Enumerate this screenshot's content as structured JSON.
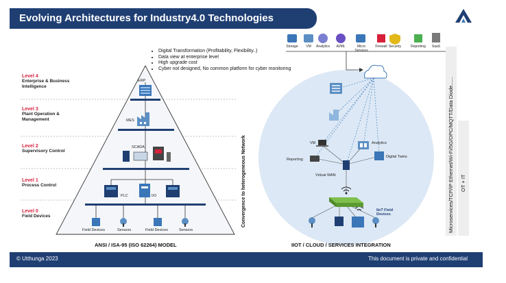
{
  "header": {
    "title": "Evolving Architectures for Industry4.0 Technologies"
  },
  "levels": [
    {
      "num": "Level 4",
      "desc": "Enterprise & Business Intelligence"
    },
    {
      "num": "Level 3",
      "desc": "Plant Operation & Management"
    },
    {
      "num": "Level 2",
      "desc": "Supervisory Control"
    },
    {
      "num": "Level 1",
      "desc": "Process Control"
    },
    {
      "num": "Level 0",
      "desc": "Field Devices"
    }
  ],
  "bullets": [
    "Digital Transformation (Profitability, Flexibility..)",
    "Data view at enterprise level",
    "High upgrade cost",
    "Cyber not designed, No common platform for cyber monitoring"
  ],
  "pyramid_labels": {
    "erp": "ERP",
    "mes": "MES",
    "scada": "SCADA",
    "plc": "PLC",
    "io": "I/O"
  },
  "field_items": [
    "Field Devices",
    "Sensors",
    "Field Devices",
    "Sensors"
  ],
  "services": [
    "Storage",
    "VM",
    "Analytics",
    "AI/ML",
    "Micro Services",
    "Firewall",
    "Security",
    "Reporting",
    "SaaS"
  ],
  "cloud_labels": {
    "vm": "VM",
    "reporting": "Reporting",
    "virtual_wan": "Virtual WAN",
    "analytics": "Analytics",
    "digital_twins": "Digital Twins",
    "iiot_field_devices": "IIoT Field Devices"
  },
  "captions": {
    "left_model": "ANSI / ISA-95 (ISO 62264) MODEL",
    "right_model": "IIOT / CLOUD / SERVICES INTEGRATION",
    "convergence": "Convergence to heterogeneous Network",
    "right_vertical": "Microservices/TCP/IP Ethernet/Wi-Fi/5G/OPC/MQTT/Data Diode......",
    "ot_it": "OT + IT"
  },
  "footer": {
    "left": "© Utthunga 2023",
    "right": "This document is private and confidential"
  },
  "colors": {
    "navy": "#1f3f73",
    "level_red": "#d8203b",
    "circle": "#dce8f5",
    "accent_blue": "#3a76b8"
  }
}
